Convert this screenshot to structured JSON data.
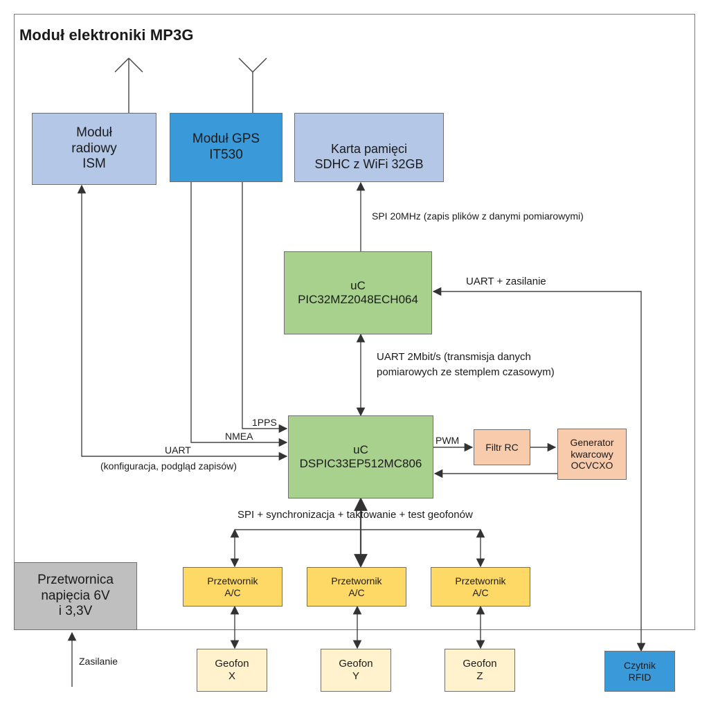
{
  "title": "Moduł elektroniki MP3G",
  "blocks": {
    "radio": [
      "Moduł",
      "radiowy",
      "ISM"
    ],
    "gps": [
      "Moduł GPS",
      "IT530"
    ],
    "sd_card": [
      "Karta pamięci",
      "SDHC z WiFi 32GB"
    ],
    "uc_pic": [
      "uC",
      "PIC32MZ2048ECH064"
    ],
    "uc_dspic": [
      "uC",
      "DSPIC33EP512MC806"
    ],
    "filter": "Filtr RC",
    "generator": [
      "Generator",
      "kwarcowy",
      "OCVCXO"
    ],
    "converter": [
      "Przetwornica",
      "napięcia 6V",
      "i 3,3V"
    ],
    "adc_x": [
      "Przetwornik",
      "A/C"
    ],
    "adc_y": [
      "Przetwornik",
      "A/C"
    ],
    "adc_z": [
      "Przetwornik",
      "A/C"
    ],
    "geofon_x": [
      "Geofon",
      "X"
    ],
    "geofon_y": [
      "Geofon",
      "Y"
    ],
    "geofon_z": [
      "Geofon",
      "Z"
    ],
    "rfid": [
      "Czytnik",
      "RFID"
    ]
  },
  "labels": {
    "spi_sd": "SPI 20MHz (zapis plików z danymi pomiarowymi)",
    "uart_power": "UART + zasilanie",
    "uart_2m": [
      "UART  2Mbit/s (transmisja danych",
      "pomiarowych ze stemplem czasowym)"
    ],
    "pps": "1PPS",
    "nmea": "NMEA",
    "uart": "UART",
    "uart_desc": "(konfiguracja, podgląd zapisów)",
    "pwm": "PWM",
    "spi_bus": "SPI + synchronizacja +  taktowanie + test geofonów",
    "power": "Zasilanie"
  },
  "colors": {
    "light_blue": "#b4c7e7",
    "blue": "#3a9ad9",
    "green": "#a9d18e",
    "salmon": "#f8cbad",
    "yellow": "#ffd966",
    "cream": "#fff2cc",
    "gray": "#bfbfbf",
    "wifi_red": "#e0202a"
  },
  "icons": {
    "radio_antenna": "antenna-icon",
    "gps_antenna": "antenna-icon",
    "sd_wifi": "wifi-icon"
  }
}
